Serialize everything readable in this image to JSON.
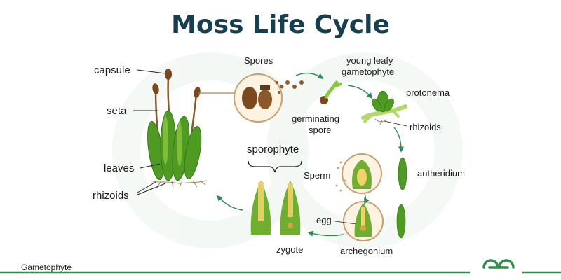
{
  "title": "Moss Life Cycle",
  "labels": {
    "capsule": "capsule",
    "seta": "seta",
    "leaves": "leaves",
    "rhizoids_left": "rhizoids",
    "spores": "Spores",
    "young_leafy_1": "young leafy",
    "young_leafy_2": "gametophyte",
    "germinating_1": "germinating",
    "germinating_2": "spore",
    "protonema": "protonema",
    "rhizoids_right": "rhizoids",
    "sporophyte": "sporophyte",
    "sperm": "Sperm",
    "antheridium": "antheridium",
    "egg": "egg",
    "archegonium": "archegonium",
    "zygote": "zygote"
  },
  "footer": {
    "caption": "Gametophyte",
    "logo_icon": "geeksforgeeks-logo-icon"
  },
  "colors": {
    "title": "#183f4f",
    "arrow": "#2e8b57",
    "leaf_dark": "#3d8a1f",
    "leaf_light": "#8cc63f",
    "capsule": "#7a4a1e",
    "footer_line": "#2f8d46"
  }
}
